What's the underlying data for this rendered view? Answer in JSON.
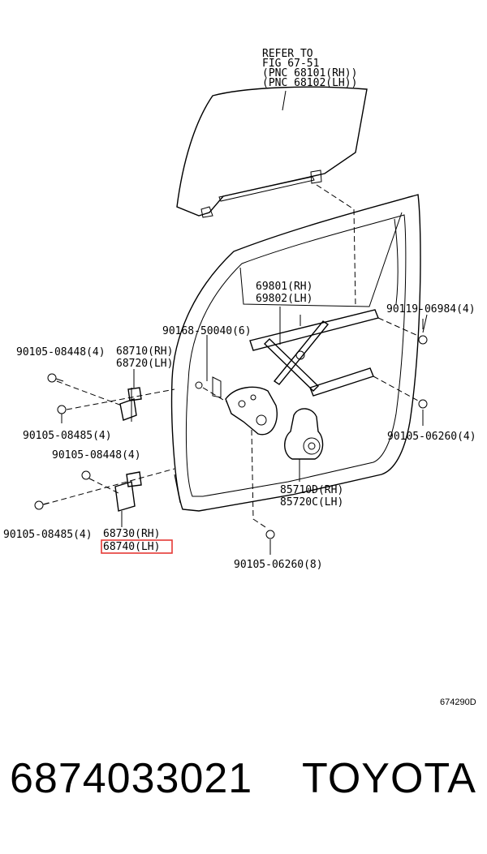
{
  "labels": {
    "refer_1": "REFER TO",
    "refer_2": "FIG 67-51",
    "refer_3": "(PNC 68101(RH))",
    "refer_4": "(PNC 68102(LH))",
    "p69801": "69801(RH)",
    "p69802": "69802(LH)",
    "p90119": "90119-06984(4)",
    "p90168": "90168-50040(6)",
    "p68710": "68710(RH)",
    "p68720": "68720(LH)",
    "p90105_08448_top": "90105-08448(4)",
    "p90105_08485_top": "90105-08485(4)",
    "p90105_08448_mid": "90105-08448(4)",
    "p90105_06260_right": "90105-06260(4)",
    "p85710d": "85710D(RH)",
    "p85720c": "85720C(LH)",
    "p90105_08485_bot": "90105-08485(4)",
    "p68730": "68730(RH)",
    "p68740": "68740(LH)",
    "p90105_06260_bot": "90105-06260(8)",
    "figure_code": "674290D"
  },
  "footer": {
    "part_number": "6874033021",
    "brand": "TOYOTA"
  },
  "colors": {
    "highlight": "#e53935"
  }
}
